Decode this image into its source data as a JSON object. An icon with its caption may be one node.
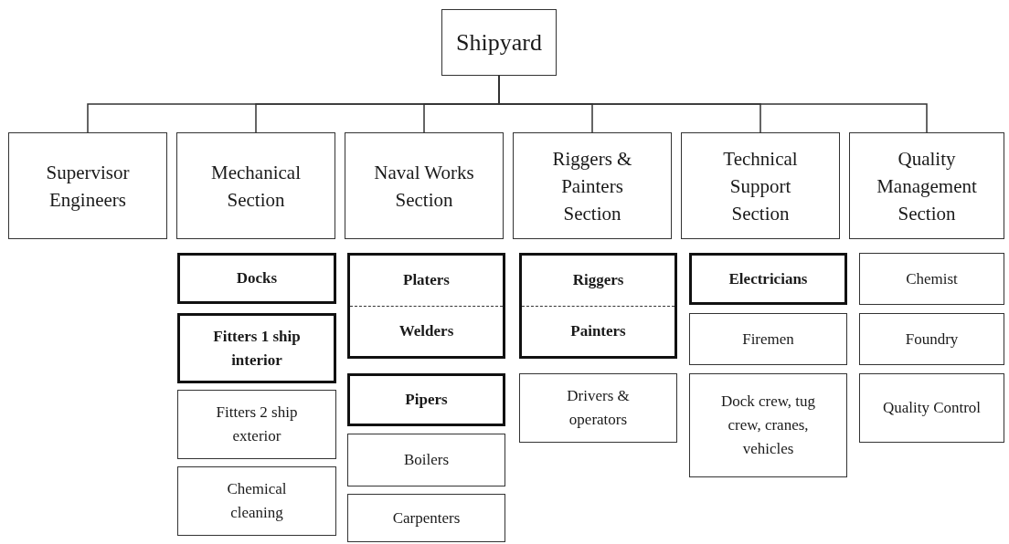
{
  "diagram": {
    "nodes": [
      {
        "text": [
          "Shipyard"
        ]
      },
      {
        "text": [
          "Supervisor Engineers"
        ]
      },
      {
        "text": [
          "Mechanical Section"
        ]
      },
      {
        "text": [
          "Naval Works Section"
        ]
      },
      {
        "text": [
          "Riggers & Painters Section"
        ]
      },
      {
        "text": [
          "Technical Support Section"
        ]
      },
      {
        "text": [
          "Quality Management Section"
        ]
      },
      {
        "text": [
          "Docks"
        ]
      },
      {
        "text": [
          "Fitters 1 ship interior"
        ]
      },
      {
        "text": [
          "Fitters 2 ship exterior"
        ]
      },
      {
        "text": [
          "Chemical cleaning"
        ]
      },
      {
        "text": [
          "Platers",
          "Welders"
        ]
      },
      {
        "text": [
          "Pipers"
        ]
      },
      {
        "text": [
          "Boilers"
        ]
      },
      {
        "text": [
          "Carpenters"
        ]
      },
      {
        "text": [
          "Riggers",
          "Painters"
        ]
      },
      {
        "text": [
          "Drivers & operators"
        ]
      },
      {
        "text": [
          "Electricians"
        ]
      },
      {
        "text": [
          "Firemen"
        ]
      },
      {
        "text": [
          "Dock crew, tug crew, cranes, vehicles"
        ]
      },
      {
        "text": [
          "Chemist"
        ]
      },
      {
        "text": [
          "Foundry"
        ]
      },
      {
        "text": [
          "Quality Control"
        ]
      }
    ],
    "edges": [
      {
        "from": 0,
        "to": 1,
        "arrow": "none"
      },
      {
        "from": 0,
        "to": 2,
        "arrow": "none"
      },
      {
        "from": 0,
        "to": 3,
        "arrow": "none"
      },
      {
        "from": 0,
        "to": 4,
        "arrow": "none"
      },
      {
        "from": 0,
        "to": 5,
        "arrow": "none"
      },
      {
        "from": 0,
        "to": 6,
        "arrow": "none"
      }
    ]
  }
}
